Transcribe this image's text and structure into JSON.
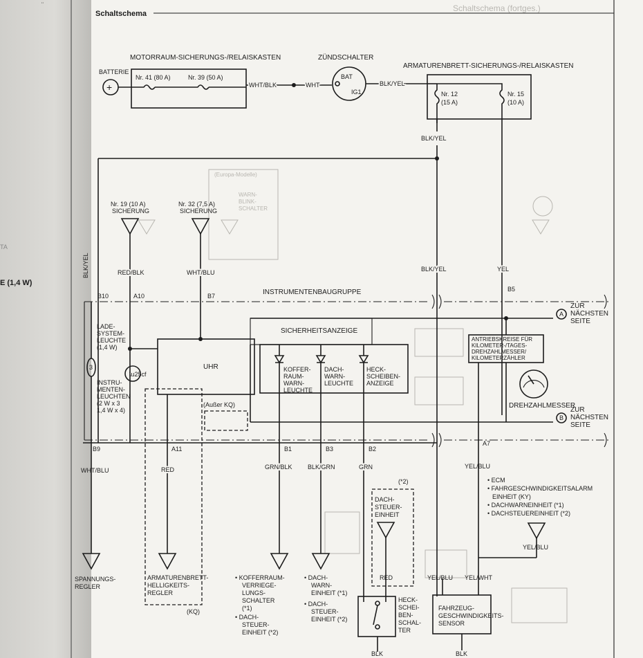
{
  "header": {
    "section_title": "Schaltschema"
  },
  "left_page": {
    "fragment_top": "¨",
    "fragment_watt": "E (1,4 W)",
    "fragment_t": "TA"
  },
  "components": {
    "battery": "BATTERIE",
    "engine_fusebox_title": "MOTORRAUM-SICHERUNGS-/RELAISKASTEN",
    "fuse_41": "Nr. 41 (80 A)",
    "fuse_39": "Nr. 39 (50 A)",
    "ignition_title": "ZÜNDSCHALTER",
    "ign_bat": "BAT",
    "ign_ig1": "IG1",
    "dash_fusebox_title": "ARMATURENBRETT-SICHERUNGS-/RELAISKASTEN",
    "fuse_12_a": "Nr. 12",
    "fuse_12_b": "(15 A)",
    "fuse_15_a": "Nr. 15",
    "fuse_15_b": "(10 A)",
    "fuse_19_a": "Nr. 19 (10 A)",
    "fuse_19_b": "SICHERUNG",
    "fuse_32_a": "Nr. 32 (7,5 A)",
    "fuse_32_b": "SICHERUNG",
    "instrument_group": "INSTRUMENTENBAUGRUPPE",
    "security_display": "SICHERHEITSANZEIGE",
    "clock": "UHR",
    "charge_lamp": [
      "LADE-",
      "SYSTEM-",
      "LEUCHTE",
      "(1,4 W)"
    ],
    "instr_lights": [
      "INSTRU-",
      "MENTEN-",
      "LEUCHTEN",
      "(2 W x 3",
      "1,4 W x 4)"
    ],
    "exc_kq": "(Außer KQ)",
    "trunk_lamp": [
      "KOFFER-",
      "RAUM-",
      "WARN-",
      "LEUCHTE"
    ],
    "roof_lamp": [
      "DACH-",
      "WARN-",
      "LEUCHTE"
    ],
    "rear_display": [
      "HECK-",
      "SCHEIBEN-",
      "ANZEIGE"
    ],
    "drive_box": [
      "ANTRIEBSKREISE FÜR",
      "KILOMETER-/TAGES-",
      "DREHZAHLMESSER/",
      "KILOMETERZÄHLER"
    ],
    "tacho": "DREHZAHLMESSER",
    "next_a": [
      "ZUR",
      "NÄCHSTEN",
      "SEITE"
    ],
    "next_b": [
      "ZUR",
      "NÄCHSTEN",
      "SEITE"
    ],
    "conn_a": "A",
    "conn_b": "B",
    "reg": [
      "SPANNUNGS-",
      "REGLER"
    ],
    "dimmer": [
      "ARMATURENBRETT-",
      "HELLIGKEITS-",
      "REGLER"
    ],
    "dimmer_kq": "(KQ)",
    "trunk_lock_list": [
      "• KOFFERRAUM-",
      "VERRIEGE-",
      "LUNGS-",
      "SCHALTER",
      "(*1)",
      "• DACH-",
      "STEUER-",
      "EINHEIT (*2)"
    ],
    "roof_warn_list": [
      "• DACH-",
      "WARN-",
      "EINHEIT (*1)",
      "• DACH-",
      "STEUER-",
      "EINHEIT (*2)"
    ],
    "roof_ctrl_note": "(*2)",
    "roof_ctrl": [
      "DACH-",
      "STEUER-",
      "EINHEIT"
    ],
    "rear_switch": [
      "HECK-",
      "SCHEI-",
      "BEN-",
      "SCHAL-",
      "TER"
    ],
    "speed_sensor": [
      "FAHRZEUG-",
      "GESCHWINDIGKEITS-",
      "SENSOR"
    ],
    "ecm_list": [
      "• ECM",
      "• FAHRGESCHWINDIGKEITSALARM",
      "EINHEIT (KY)",
      "• DACHWARNEINHEIT (*1)",
      "• DACHSTEUEREINHEIT (*2)"
    ]
  },
  "wires": {
    "wht_blk": "WHT/BLK",
    "wht": "WHT",
    "blk_yel_top": "BLK/YEL",
    "blk_yel_mid": "BLK/YEL",
    "blk_yel_right": "BLK/YEL",
    "yel": "YEL",
    "blk_yel_left": "BLK/YEL",
    "red_blk": "RED/BLK",
    "wht_blu": "WHT/BLU",
    "wht_blu_low": "WHT/BLU",
    "red": "RED",
    "grn_blk": "GRN/BLK",
    "blk_grn": "BLK/GRN",
    "grn": "GRN",
    "yel_blu": "YEL/BLU",
    "yel_blu_2": "YEL/BLU",
    "yel_blu_3": "YEL/BLU",
    "yel_wht": "YEL/WHT",
    "red_roof": "RED",
    "blk1": "BLK",
    "blk2": "BLK"
  },
  "pins": {
    "b10": "B10",
    "a10": "A10",
    "b7": "B7",
    "b5": "B5",
    "b9": "B9",
    "a11": "A11",
    "b1": "B1",
    "b3": "B3",
    "b2": "B2",
    "a7": "A7"
  },
  "ghost_text": {
    "top_right": "Schaltschema (fortges.)",
    "europe": "(Europa-Modelle)",
    "warn": "WARN-",
    "blink": "BLINK-",
    "schalter": "SCHALTER"
  }
}
